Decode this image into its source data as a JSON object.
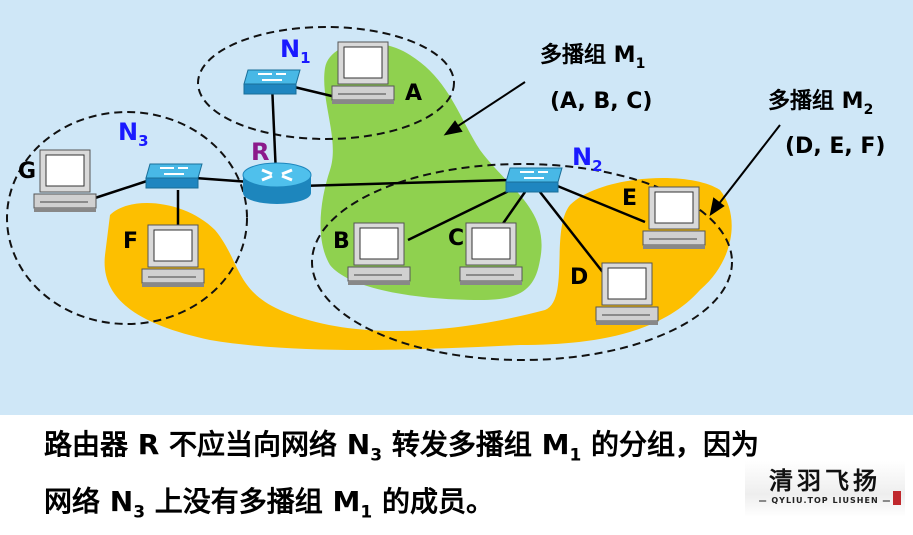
{
  "diagram": {
    "networks": {
      "n1": "N",
      "n1_sub": "1",
      "n2": "N",
      "n2_sub": "2",
      "n3": "N",
      "n3_sub": "3"
    },
    "router_label": "R",
    "hosts": {
      "a": "A",
      "b": "B",
      "c": "C",
      "d": "D",
      "e": "E",
      "f": "F",
      "g": "G"
    },
    "group1": {
      "name": "多播组 M",
      "sub": "1",
      "members": "(A, B, C)"
    },
    "group2": {
      "name": "多播组 M",
      "sub": "2",
      "members": "(D, E, F)"
    },
    "colors": {
      "background": "#cfe7f7",
      "group1_fill": "#8fd14f",
      "group2_fill": "#fdbf00",
      "network_label": "#1a1aff",
      "router_label": "#8b1a8b"
    }
  },
  "caption": {
    "line1_a": "路由器 R 不应当向网络 N",
    "line1_sub": "3",
    "line1_b": " 转发多播组 M",
    "line1_sub2": "1",
    "line1_c": " 的分组，因为",
    "line2_a": "网络 N",
    "line2_sub": "3",
    "line2_b": " 上没有多播组 M",
    "line2_sub2": "1",
    "line2_c": " 的成员。"
  },
  "logo": {
    "title": "清羽飞扬",
    "subtitle": "— QYLIU.TOP  LIUSHEN —"
  }
}
